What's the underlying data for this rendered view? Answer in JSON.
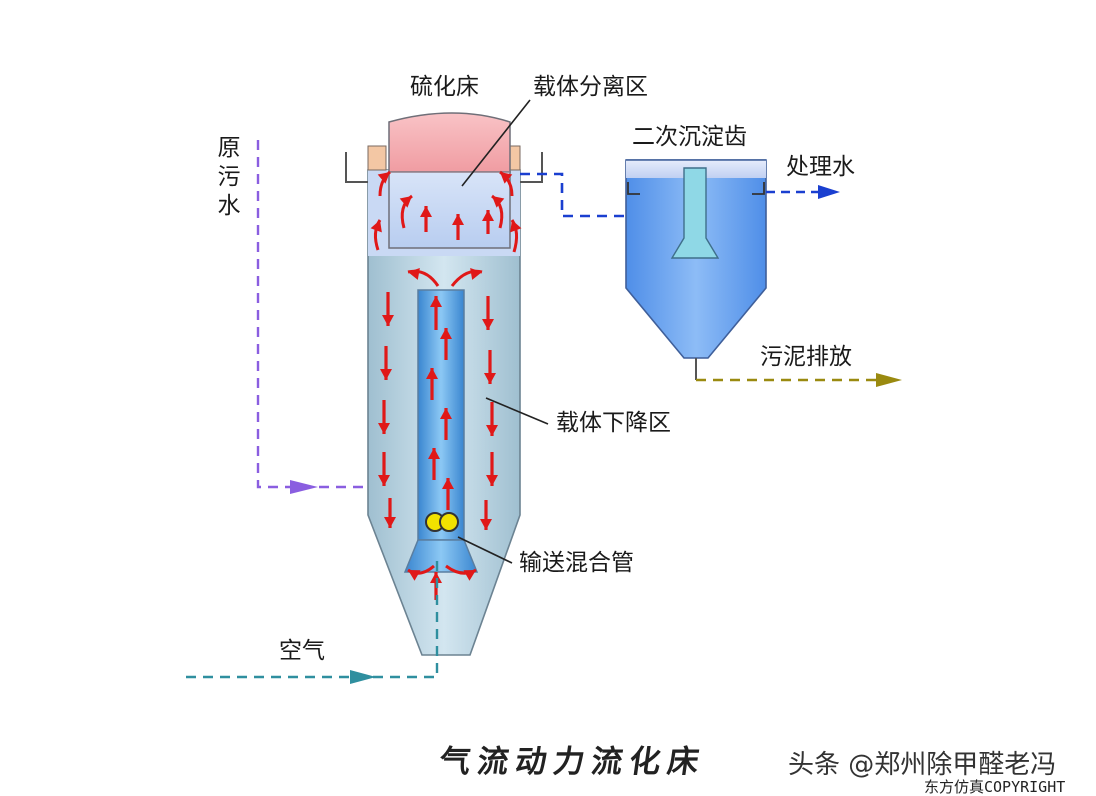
{
  "labels": {
    "fluidized_bed": "硫化床",
    "carrier_separation_zone": "载体分离区",
    "secondary_settling_tank": "二次沉淀齿",
    "treated_water": "处理水",
    "raw_sewage": [
      "原",
      "污",
      "水"
    ],
    "sludge_discharge": "污泥排放",
    "carrier_descending_zone": "载体下降区",
    "conveying_mixing_tube": "输送混合管",
    "air": "空气"
  },
  "caption": "气流动力流化床",
  "watermark": "头条 @郑州除甲醛老冯",
  "copyright": "东方仿真COPYRIGHT",
  "colors": {
    "reactor_fill": "#bcd6e6",
    "reactor_top_fill": "#c7d8f3",
    "separator_cap": "#f6b9bd",
    "riser_tube": "#5ea8e6",
    "settling_tank": "#5f9bee",
    "flow_arrow": "#e01818",
    "raw_sewage_line": "#8a5ee0",
    "air_line": "#2f8f9f",
    "effluent_line": "#1a3fd0",
    "sludge_line": "#9a8a10",
    "bubble": "#f2e200"
  },
  "icons": [
    "air-bubble-icon",
    "flow-arrow-icon",
    "arrowhead-icon"
  ]
}
